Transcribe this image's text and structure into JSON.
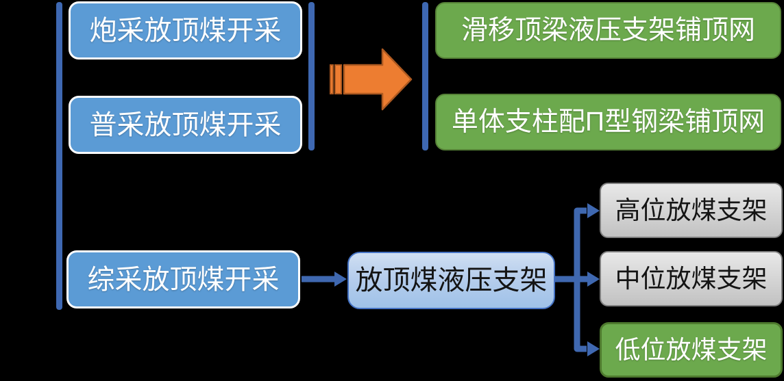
{
  "diagram": {
    "left_column": {
      "boxes": [
        {
          "label": "炮采放顶煤开采"
        },
        {
          "label": "普采放顶煤开采"
        },
        {
          "label": "综采放顶煤开采"
        }
      ]
    },
    "top_right_column": {
      "boxes": [
        {
          "label": "滑移顶梁液压支架铺顶网"
        },
        {
          "label": "单体支柱配Π型钢梁铺顶网"
        }
      ]
    },
    "middle": {
      "box_label": "放顶煤液压支架"
    },
    "right_column": {
      "boxes": [
        {
          "label": "高位放煤支架",
          "style": "gray"
        },
        {
          "label": "中位放煤支架",
          "style": "gray"
        },
        {
          "label": "低位放煤支架",
          "style": "green"
        }
      ]
    },
    "icons": [
      "striped-right-arrow-icon",
      "connector-arrow-icon",
      "branch-connector-icon"
    ]
  },
  "colors": {
    "background": "#000000",
    "blue_fill": "#5B9BD5",
    "green_fill": "#6CA94D",
    "green_border": "#568137",
    "green_border_dark": "#4E7A2E",
    "gray_border": "#7F7F7F",
    "line_blue": "#3E68B2",
    "connector_blue": "#4472C4",
    "orange_fill": "#ED7D31",
    "orange_border": "#AE5A21"
  }
}
